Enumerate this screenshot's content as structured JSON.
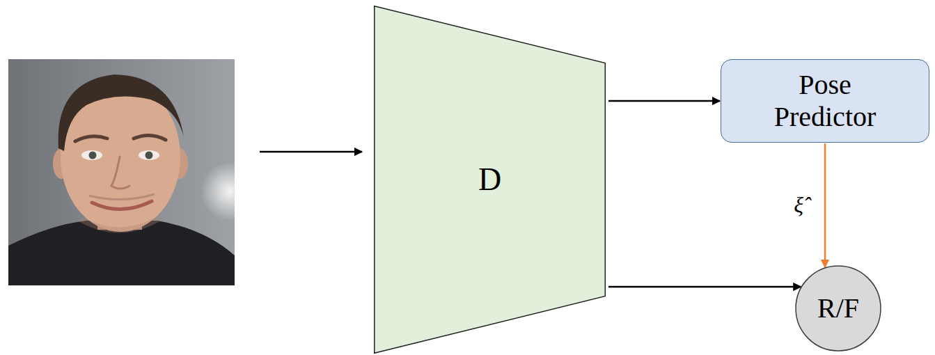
{
  "diagram": {
    "nodes": [
      {
        "text": [
          "D"
        ]
      },
      {
        "text": [
          "Pose Predictor"
        ]
      },
      {
        "text": [
          "R/F"
        ]
      }
    ],
    "edges": [
      {
        "from": 0,
        "to": 1,
        "arrow": "to"
      },
      {
        "from": 0,
        "to": 2,
        "arrow": "to"
      },
      {
        "from": 1,
        "to": 2,
        "arrow": "to",
        "label": "ξ̂"
      }
    ]
  }
}
